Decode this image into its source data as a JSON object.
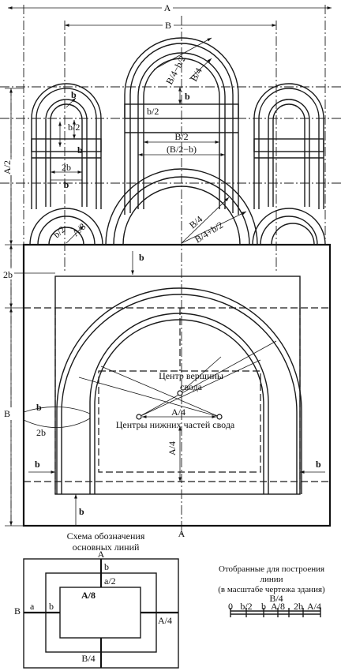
{
  "labels": {
    "A": "A",
    "B": "B",
    "b": "b",
    "b2": "b/2",
    "twob": "2b",
    "A2": "A/2",
    "A4": "A/4",
    "A8": "A/8",
    "B2": "B/2",
    "B4": "B/4",
    "B4mb2": "B/4−b/2",
    "B4pb2": "B/4+b/2",
    "B2mb": "(B/2−b)",
    "a": "a",
    "a2": "a/2",
    "zero": "0"
  },
  "annotations": {
    "vertex_center_line1": "Центр вершины",
    "vertex_center_line2": "свода",
    "lower_centers": "Центры нижних частей свода"
  },
  "captions": {
    "scheme_line1": "Схема обозначения",
    "scheme_line2": "основных линий",
    "scale_line1": "Отобранные для построения",
    "scale_line2": "линии",
    "scale_line3": "(в масштабе чертежа здания)"
  }
}
